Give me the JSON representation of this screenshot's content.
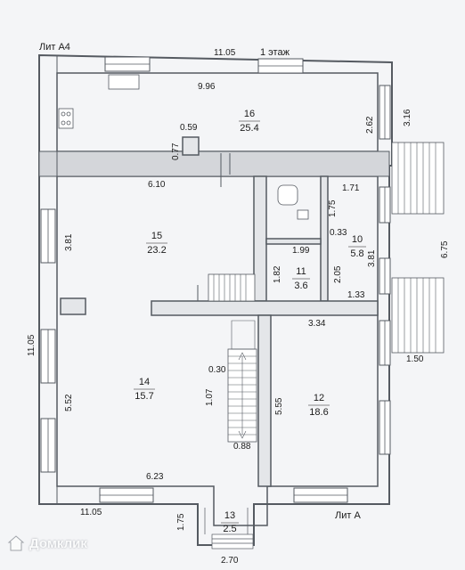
{
  "header": {
    "lit_top": "Лит А4",
    "floor": "1 этаж",
    "lit_bottom": "Лит  А"
  },
  "rooms": [
    {
      "num": "16",
      "area": "25.4"
    },
    {
      "num": "15",
      "area": "23.2"
    },
    {
      "num": "14",
      "area": "15.7"
    },
    {
      "num": "12",
      "area": "18.6"
    },
    {
      "num": "11",
      "area": "3.6"
    },
    {
      "num": "10",
      "area": "5.8"
    },
    {
      "num": "13",
      "area": "2.5"
    }
  ],
  "dims": {
    "top_total": "11.05",
    "r16_width": "9.96",
    "r16_side": "2.62",
    "outer_right": "3.16",
    "d059": "0.59",
    "d077": "0.77",
    "d610": "6.10",
    "d171": "1.71",
    "d175": "1.75",
    "d381_left": "3.81",
    "d199": "1.99",
    "d033": "0.33",
    "d381_right": "3.81",
    "d675": "6.75",
    "d182": "1.82",
    "d205": "2.05",
    "d133": "1.33",
    "d334": "3.34",
    "left_total": "11.05",
    "d150": "1.50",
    "d030": "0.30",
    "d107": "1.07",
    "d552": "5.52",
    "d555": "5.55",
    "d088": "0.88",
    "d623": "6.23",
    "bottom_left": "11.05",
    "d175b": "1.75",
    "d270": "2.70"
  },
  "watermark": "Домклик",
  "colors": {
    "wall": "#555a61",
    "line": "#1b1b1b",
    "paper": "#f4f5f7"
  }
}
